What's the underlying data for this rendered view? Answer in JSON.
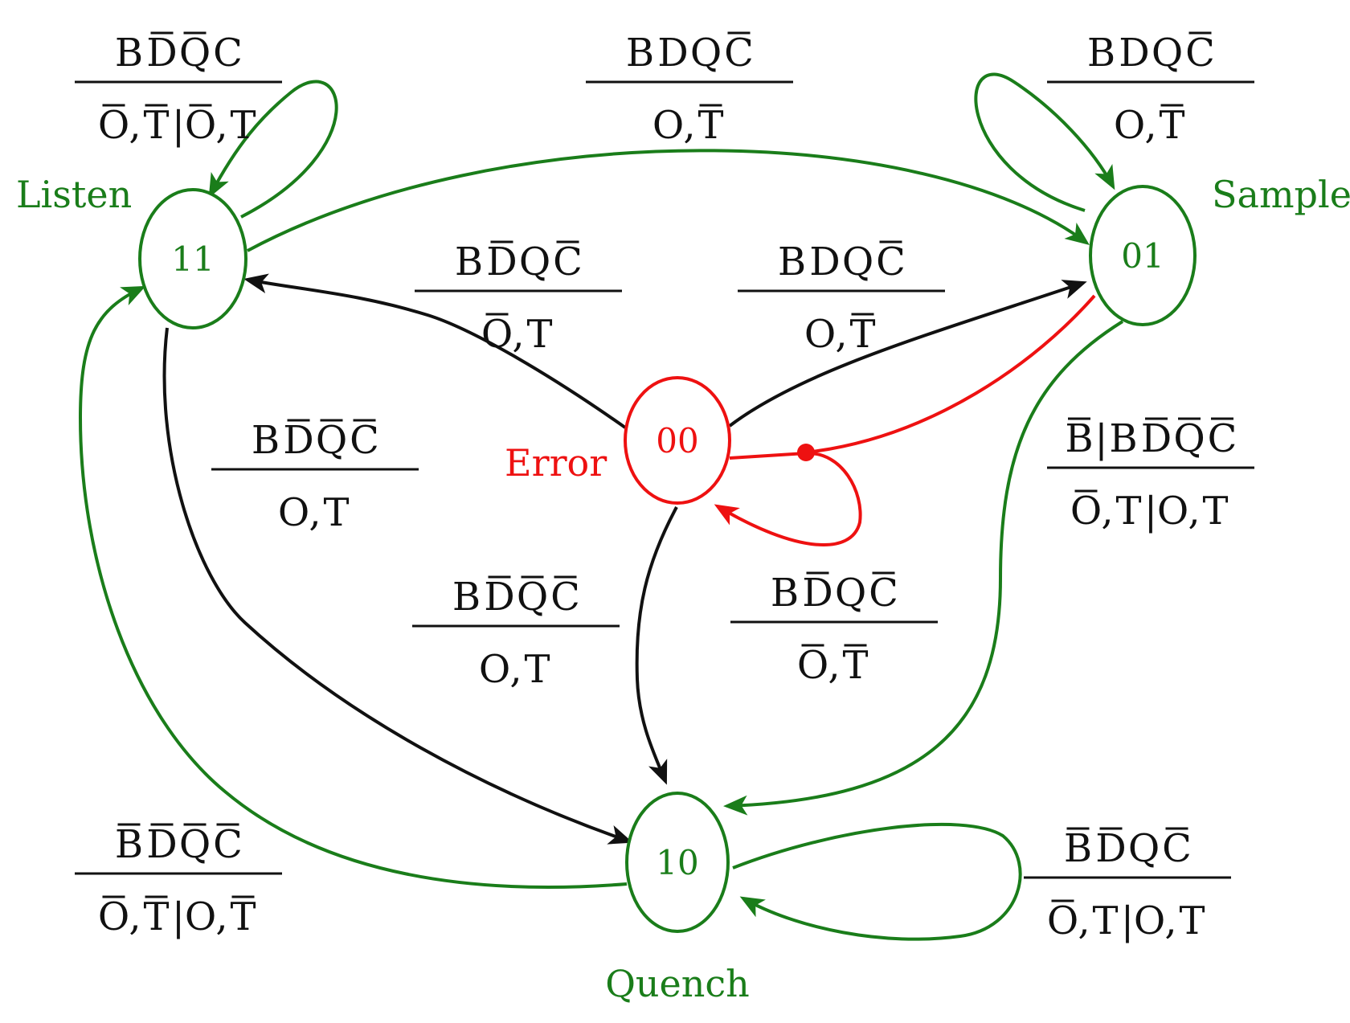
{
  "colors": {
    "normal": "#1a7d1a",
    "error": "#ee1111",
    "default": "#111111"
  },
  "states": [
    {
      "id": "listen",
      "code": "11",
      "name": "Listen",
      "color": "#1a7d1a"
    },
    {
      "id": "sample",
      "code": "01",
      "name": "Sample",
      "color": "#1a7d1a"
    },
    {
      "id": "error",
      "code": "00",
      "name": "Error",
      "color": "#ee1111"
    },
    {
      "id": "quench",
      "code": "10",
      "name": "Quench",
      "color": "#1a7d1a"
    }
  ],
  "transitions": [
    {
      "id": "listen-self",
      "from": "11",
      "to": "11",
      "color": "#1a7d1a",
      "guard": [
        {
          "t": "B"
        },
        {
          "t": "D",
          "bar": true
        },
        {
          "t": "Q",
          "bar": true
        },
        {
          "t": "C"
        }
      ],
      "output": [
        {
          "t": "O",
          "bar": true
        },
        {
          "t": ","
        },
        {
          "t": "T",
          "bar": true
        },
        {
          "t": "|",
          "sep": true
        },
        {
          "t": "O",
          "bar": true
        },
        {
          "t": ","
        },
        {
          "t": "T"
        }
      ]
    },
    {
      "id": "listen-to-sample",
      "from": "11",
      "to": "01",
      "color": "#1a7d1a",
      "guard": [
        {
          "t": "B"
        },
        {
          "t": "D"
        },
        {
          "t": "Q"
        },
        {
          "t": "C",
          "bar": true
        }
      ],
      "output": [
        {
          "t": "O"
        },
        {
          "t": ","
        },
        {
          "t": "T",
          "bar": true
        }
      ]
    },
    {
      "id": "sample-self",
      "from": "01",
      "to": "01",
      "color": "#1a7d1a",
      "guard": [
        {
          "t": "B"
        },
        {
          "t": "D"
        },
        {
          "t": "Q"
        },
        {
          "t": "C",
          "bar": true
        }
      ],
      "output": [
        {
          "t": "O"
        },
        {
          "t": ","
        },
        {
          "t": "T",
          "bar": true
        }
      ]
    },
    {
      "id": "error-to-listen",
      "from": "00",
      "to": "11",
      "color": "#111111",
      "guard": [
        {
          "t": "B"
        },
        {
          "t": "D",
          "bar": true
        },
        {
          "t": "Q"
        },
        {
          "t": "C",
          "bar": true
        }
      ],
      "output": [
        {
          "t": "O",
          "bar": true
        },
        {
          "t": ","
        },
        {
          "t": "T"
        }
      ]
    },
    {
      "id": "error-to-sample",
      "from": "00",
      "to": "01",
      "color": "#111111",
      "guard": [
        {
          "t": "B"
        },
        {
          "t": "D"
        },
        {
          "t": "Q"
        },
        {
          "t": "C",
          "bar": true
        }
      ],
      "output": [
        {
          "t": "O"
        },
        {
          "t": ","
        },
        {
          "t": "T",
          "bar": true
        }
      ]
    },
    {
      "id": "listen-to-quench",
      "from": "11",
      "to": "10",
      "color": "#111111",
      "guard": [
        {
          "t": "B"
        },
        {
          "t": "D",
          "bar": true
        },
        {
          "t": "Q",
          "bar": true
        },
        {
          "t": "C",
          "bar": true
        }
      ],
      "output": [
        {
          "t": "O"
        },
        {
          "t": ","
        },
        {
          "t": "T"
        }
      ]
    },
    {
      "id": "sample-to-quench",
      "from": "01",
      "to": "10",
      "color": "#1a7d1a",
      "guard": [
        {
          "t": "B",
          "bar": true
        },
        {
          "t": "|",
          "sep": true
        },
        {
          "t": "B"
        },
        {
          "t": "D",
          "bar": true
        },
        {
          "t": "Q",
          "bar": true
        },
        {
          "t": "C",
          "bar": true
        }
      ],
      "output": [
        {
          "t": "O",
          "bar": true
        },
        {
          "t": ","
        },
        {
          "t": "T"
        },
        {
          "t": "|",
          "sep": true
        },
        {
          "t": "O"
        },
        {
          "t": ","
        },
        {
          "t": "T"
        }
      ]
    },
    {
      "id": "error-to-quench",
      "from": "00",
      "to": "10",
      "color": "#111111",
      "guard": [
        {
          "t": "B"
        },
        {
          "t": "D",
          "bar": true
        },
        {
          "t": "Q",
          "bar": true
        },
        {
          "t": "C",
          "bar": true
        }
      ],
      "output": [
        {
          "t": "O"
        },
        {
          "t": ","
        },
        {
          "t": "T"
        }
      ]
    },
    {
      "id": "error-self",
      "from": "00",
      "to": "00",
      "color": "#ee1111",
      "guard": [
        {
          "t": "B"
        },
        {
          "t": "D",
          "bar": true
        },
        {
          "t": "Q"
        },
        {
          "t": "C",
          "bar": true
        }
      ],
      "output": [
        {
          "t": "O",
          "bar": true
        },
        {
          "t": ","
        },
        {
          "t": "T",
          "bar": true
        }
      ]
    },
    {
      "id": "quench-to-listen",
      "from": "10",
      "to": "11",
      "color": "#1a7d1a",
      "guard": [
        {
          "t": "B",
          "bar": true
        },
        {
          "t": "D",
          "bar": true
        },
        {
          "t": "Q",
          "bar": true
        },
        {
          "t": "C",
          "bar": true
        }
      ],
      "output": [
        {
          "t": "O",
          "bar": true
        },
        {
          "t": ","
        },
        {
          "t": "T",
          "bar": true
        },
        {
          "t": "|",
          "sep": true
        },
        {
          "t": "O"
        },
        {
          "t": ","
        },
        {
          "t": "T",
          "bar": true
        }
      ]
    },
    {
      "id": "quench-self",
      "from": "10",
      "to": "10",
      "color": "#1a7d1a",
      "guard": [
        {
          "t": "B",
          "bar": true
        },
        {
          "t": "D",
          "bar": true
        },
        {
          "t": "Q"
        },
        {
          "t": "C",
          "bar": true
        }
      ],
      "output": [
        {
          "t": "O",
          "bar": true
        },
        {
          "t": ","
        },
        {
          "t": "T"
        },
        {
          "t": "|",
          "sep": true
        },
        {
          "t": "O"
        },
        {
          "t": ","
        },
        {
          "t": "T"
        }
      ]
    },
    {
      "id": "sample-to-error",
      "from": "01",
      "to": "00",
      "color": "#ee1111",
      "guard": [],
      "output": []
    }
  ]
}
